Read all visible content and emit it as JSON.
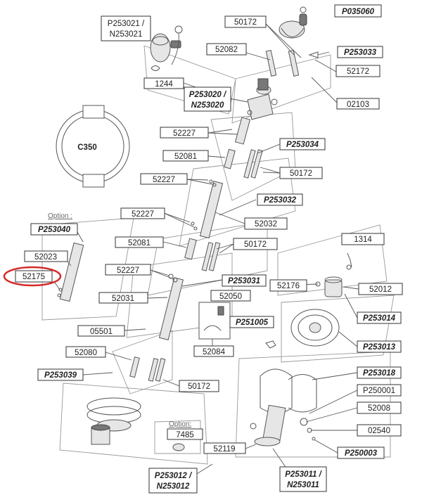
{
  "labels": {
    "P253021_N253021": [
      "P253021 /",
      "N253021"
    ],
    "l1244": "1244",
    "l50172_top": "50172",
    "P035060": "P035060",
    "l52082": "52082",
    "P253033": "P253033",
    "l52172": "52172",
    "P253020_N253020": [
      "P253020 /",
      "N253020"
    ],
    "l02103": "02103",
    "C350": "C350",
    "l52227_a": "52227",
    "P253034": "P253034",
    "l52081_a": "52081",
    "l50172_b": "50172",
    "l52227_b": "52227",
    "P253032": "P253032",
    "l52227_c": "52227",
    "l52032": "52032",
    "option_left": "Option :",
    "P253040": "P253040",
    "l52081_b": "52081",
    "l50172_c": "50172",
    "l1314": "1314",
    "l52023": "52023",
    "l52227_d": "52227",
    "l52175": "52175",
    "P253031": "P253031",
    "l52176": "52176",
    "l52012": "52012",
    "l52031": "52031",
    "l52050": "52050",
    "P253014": "P253014",
    "P251005": "P251005",
    "l05501": "05501",
    "P253013": "P253013",
    "l52080": "52080",
    "l52084": "52084",
    "P253039": "P253039",
    "P253018": "P253018",
    "l50172_d": "50172",
    "P250001": "P250001",
    "l52008": "52008",
    "option_bottom": "Option:",
    "l7485": "7485",
    "l02540": "02540",
    "l52119": "52119",
    "P250003": "P250003",
    "P253012_N253012": [
      "P253012 /",
      "N253012"
    ],
    "P253011_N253011": [
      "P253011 /",
      "N253011"
    ]
  },
  "colors": {
    "highlight_ring": "#d42a2a",
    "ink": "#222222",
    "stroke": "#555555"
  }
}
